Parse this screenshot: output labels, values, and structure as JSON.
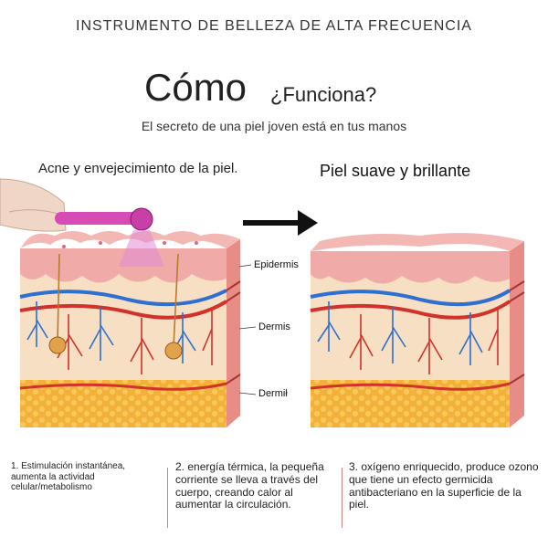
{
  "header": "INSTRUMENTO DE BELLEZA DE ALTA FRECUENCIA",
  "title": {
    "main": "Cómo",
    "sub": "¿Funciona?",
    "tagline": "El secreto de una piel joven está en tus manos"
  },
  "before_label": "Acne y envejecimiento de la piel.",
  "after_label": "Piel suave y brillante",
  "layers": {
    "epidermis": "Epidermis",
    "dermis": "Dermis",
    "dermis2": "Dermił"
  },
  "footer": [
    {
      "text": "1. Estimulación instantánea, aumenta la actividad celular/metabolismo"
    },
    {
      "text": "2. energía térmica, la pequeña corriente se lleva a través del cuerpo, creando calor al aumentar la circulación."
    },
    {
      "text": "3. oxígeno enriquecido, produce ozono que tiene un efecto germicida antibacteriano en la superficie de la piel."
    }
  ],
  "colors": {
    "epidermis": "#f1b3b0",
    "dermis": "#f6dfc3",
    "fat": "#f4b13a",
    "vein": "#2e6fd1",
    "artery": "#d1332b",
    "wand": "#d64bb4"
  }
}
